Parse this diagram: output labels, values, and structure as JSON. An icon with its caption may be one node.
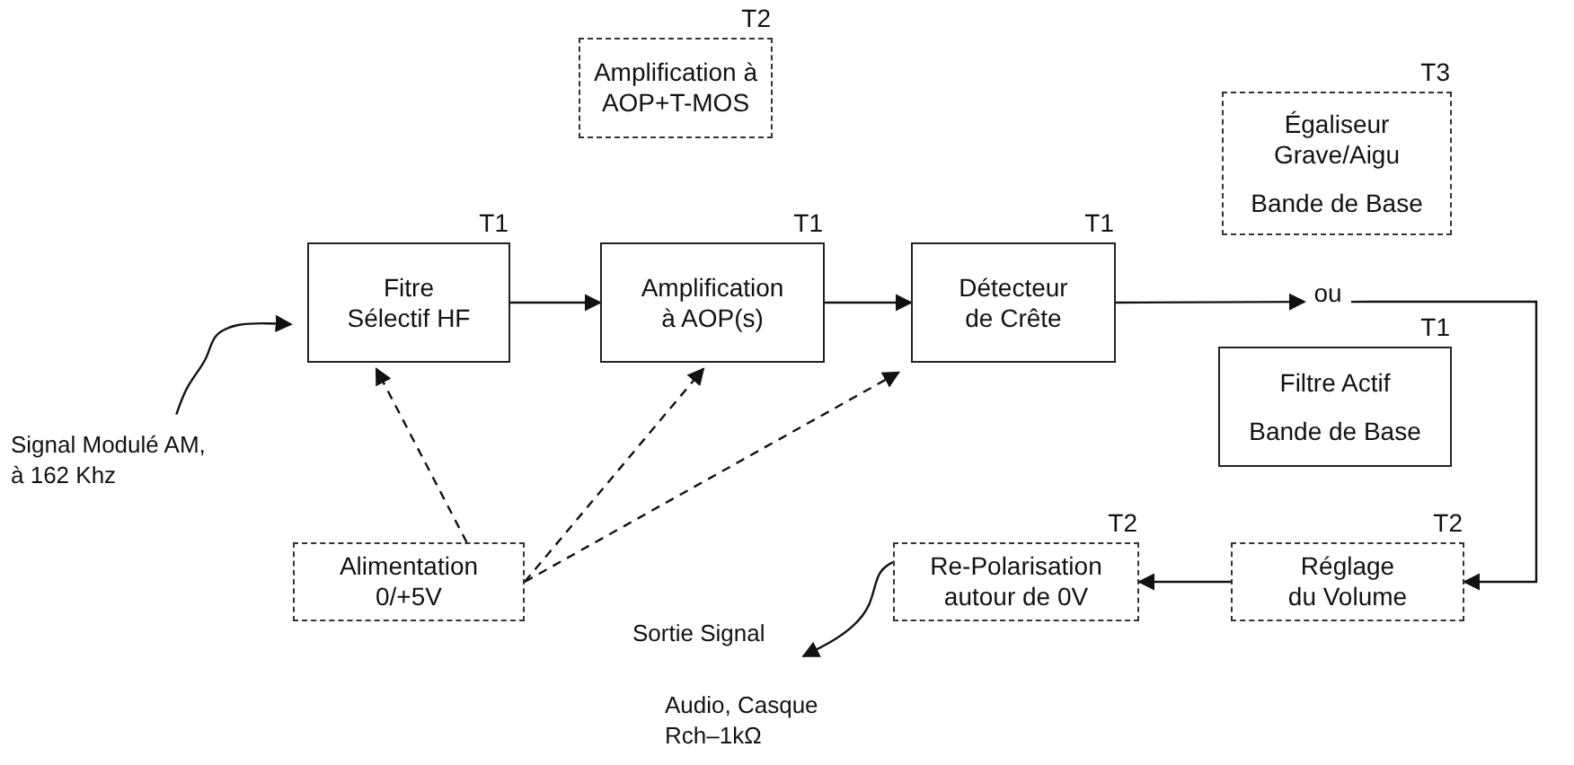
{
  "diagram": {
    "nodes": [
      {
        "text": [
          "T2",
          "Amplification à AOP+T-MOS"
        ]
      },
      {
        "text": [
          "T3",
          "Égaliseur Grave/Aigu",
          "Bande de Base"
        ]
      },
      {
        "text": [
          "T1",
          "Fitre Sélectif HF"
        ]
      },
      {
        "text": [
          "T1",
          "Amplification à AOP(s)"
        ]
      },
      {
        "text": [
          "T1",
          "Détecteur de Crête"
        ]
      },
      {
        "text": [
          "ou"
        ]
      },
      {
        "text": [
          "T1",
          "Filtre Actif",
          "Bande de Base"
        ]
      },
      {
        "text": [
          "Signal Modulé AM, à 162 Khz"
        ]
      },
      {
        "text": [
          "Alimentation 0/+5V"
        ]
      },
      {
        "text": [
          "T2",
          "Re-Polarisation autour de 0V"
        ]
      },
      {
        "text": [
          "T2",
          "Réglage du Volume"
        ]
      },
      {
        "text": [
          "Sortie Signal"
        ]
      }
    ],
    "edges": [
      {
        "from": 7,
        "to": 2,
        "arrow": "to"
      },
      {
        "from": 2,
        "to": 3,
        "arrow": "to"
      },
      {
        "from": 3,
        "to": 4,
        "arrow": "to"
      },
      {
        "from": 4,
        "to": 5,
        "arrow": "to"
      },
      {
        "from": 5,
        "to": 10,
        "arrow": "to"
      },
      {
        "from": 10,
        "to": 9,
        "arrow": "to"
      },
      {
        "from": 9,
        "to": 11,
        "arrow": "to"
      },
      {
        "from": 8,
        "to": 2,
        "arrow": "to",
        "style": "dashed"
      },
      {
        "from": 8,
        "to": 3,
        "arrow": "to",
        "style": "dashed"
      },
      {
        "from": 8,
        "to": 4,
        "arrow": "to",
        "style": "dashed"
      }
    ],
    "labels": [
      "Audio, Casque Rch–1kΩ"
    ]
  }
}
